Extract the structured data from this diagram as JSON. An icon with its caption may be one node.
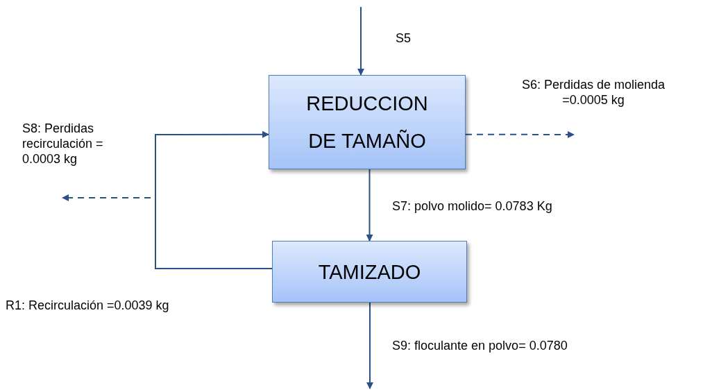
{
  "diagram": {
    "nodes": [
      {
        "text": [
          "REDUCCION DE TAMAÑO"
        ]
      },
      {
        "text": [
          "TAMIZADO"
        ]
      }
    ],
    "edges": [
      {
        "from": null,
        "to": 0,
        "arrow": "to",
        "label": "S5"
      },
      {
        "from": 0,
        "to": null,
        "arrow": "to",
        "style": "dashed",
        "label": "S6: Perdidas de molienda =0.0005 kg"
      },
      {
        "from": 0,
        "to": 1,
        "arrow": "to",
        "label": "S7: polvo molido= 0.0783 Kg"
      },
      {
        "from": 1,
        "to": 0,
        "arrow": "to",
        "label": "R1: Recirculación =0.0039 kg"
      },
      {
        "from": 1,
        "to": null,
        "arrow": "to",
        "style": "dashed",
        "label": "S8: Perdidas recirculación = 0.0003 kg"
      },
      {
        "from": 1,
        "to": null,
        "arrow": "to",
        "label": "S9: floculante en polvo= 0.0780"
      }
    ]
  }
}
